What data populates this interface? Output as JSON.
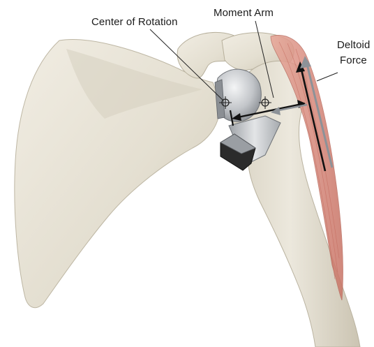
{
  "labels": {
    "center_of_rotation": "Center of Rotation",
    "moment_arm": "Moment Arm",
    "deltoid_line1": "Deltoid",
    "deltoid_line2": "Force"
  },
  "colors": {
    "bone": "#e8e3d6",
    "bone_shadow": "#c9c2b0",
    "muscle": "#d98d80",
    "implant_metal": "#b9bcc0",
    "implant_dark": "#2b2b2b",
    "arrow_dark": "#111111",
    "arrow_grey": "#8d9298"
  }
}
